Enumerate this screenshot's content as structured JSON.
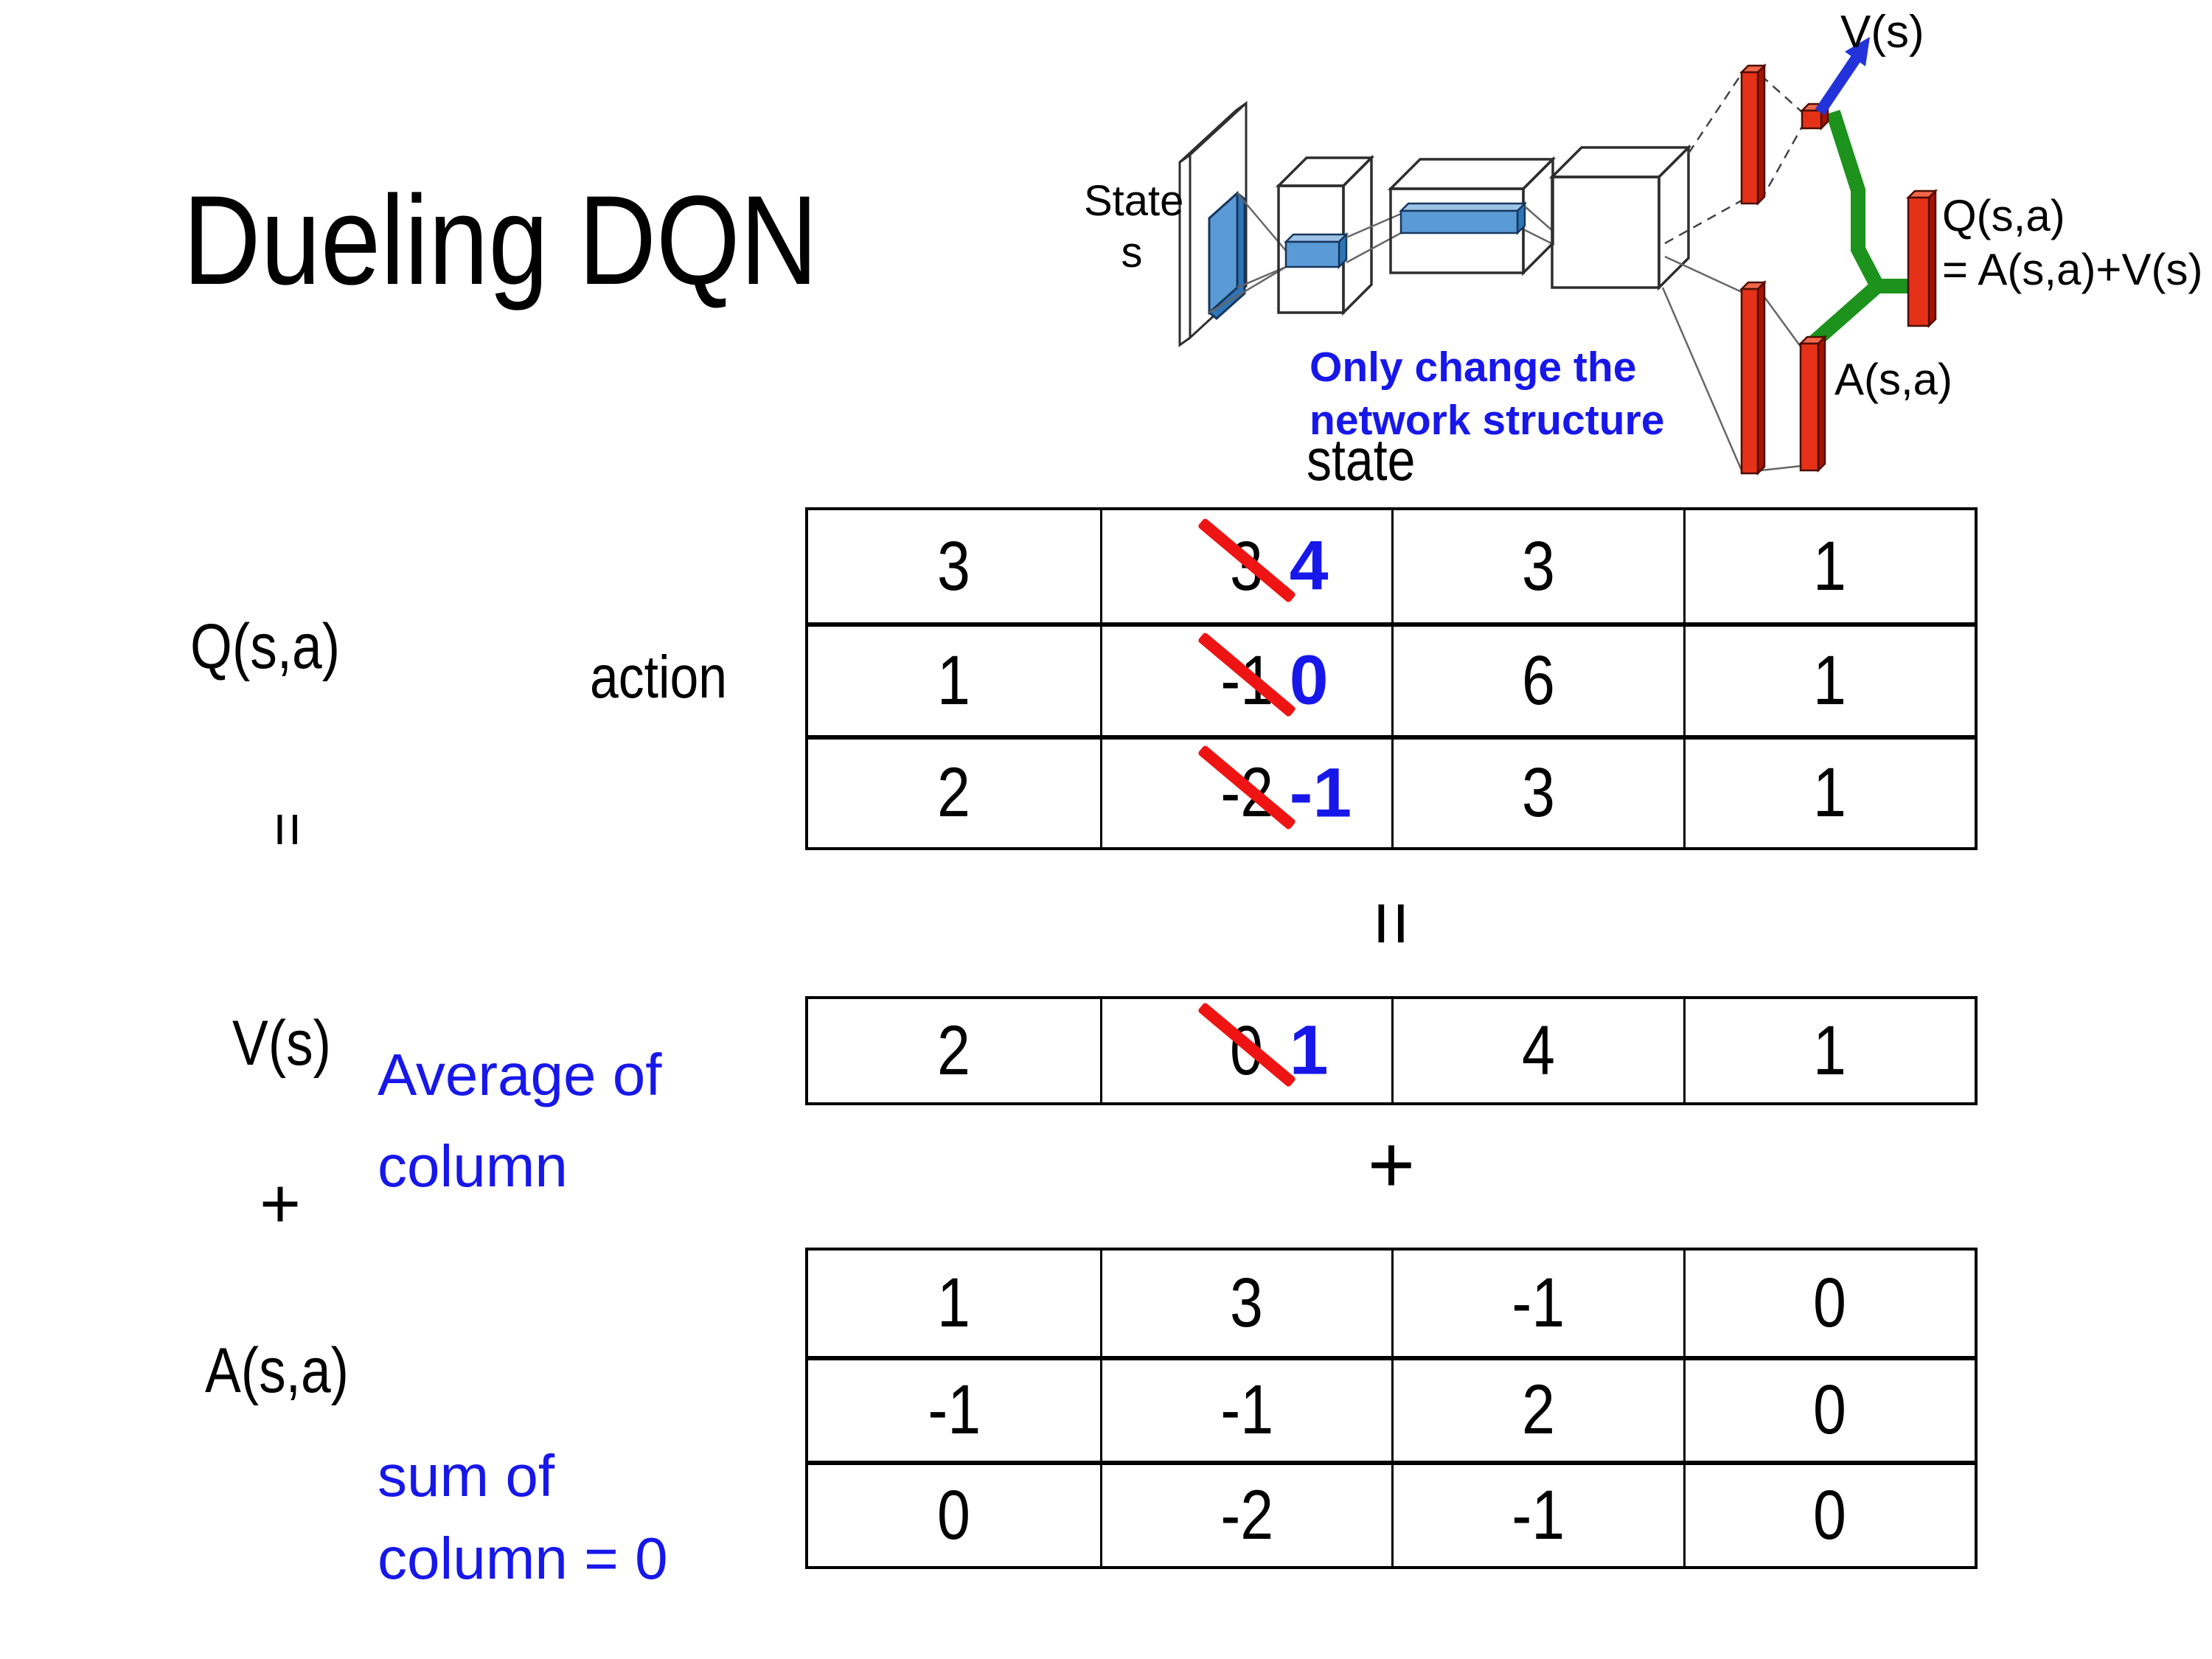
{
  "slide": {
    "title": "Dueling DQN"
  },
  "colors": {
    "text_black": "#000000",
    "annotation_blue": "#1717EA",
    "strike_red": "#EE1414",
    "bar_red": "#E63119",
    "diagram_green": "#1D921D",
    "arrow_blue": "#2433D9",
    "layer_blue": "#5B9BD5"
  },
  "diagram": {
    "state_label_line1": "State",
    "state_label_line2": "s",
    "v_output_label": "V(s)",
    "q_output_label_line1": "Q(s,a)",
    "q_output_label_line2": "= A(s,a)+V(s)",
    "a_output_label": "A(s,a)",
    "note_line1": "Only change the",
    "note_line2": "network structure"
  },
  "equation": {
    "q_label": "Q(s,a)",
    "equals_sign": "=",
    "plus_sign": "+",
    "v_label": "V(s)",
    "a_label": "A(s,a)",
    "action_axis_label": "action",
    "state_axis_label": "state",
    "average_note_line1": "Average of",
    "average_note_line2": "column",
    "sum_note_line1": "sum of",
    "sum_note_line2": "column = 0"
  },
  "tables": {
    "q": {
      "rows": [
        [
          {
            "v": "3"
          },
          {
            "v": "3",
            "new": "4"
          },
          {
            "v": "3"
          },
          {
            "v": "1"
          }
        ],
        [
          {
            "v": "1"
          },
          {
            "v": "-1",
            "new": "0"
          },
          {
            "v": "6"
          },
          {
            "v": "1"
          }
        ],
        [
          {
            "v": "2"
          },
          {
            "v": "-2",
            "new": "-1"
          },
          {
            "v": "3"
          },
          {
            "v": "1"
          }
        ]
      ]
    },
    "v": {
      "rows": [
        [
          {
            "v": "2"
          },
          {
            "v": "0",
            "new": "1"
          },
          {
            "v": "4"
          },
          {
            "v": "1"
          }
        ]
      ]
    },
    "a": {
      "rows": [
        [
          {
            "v": "1"
          },
          {
            "v": "3"
          },
          {
            "v": "-1"
          },
          {
            "v": "0"
          }
        ],
        [
          {
            "v": "-1"
          },
          {
            "v": "-1"
          },
          {
            "v": "2"
          },
          {
            "v": "0"
          }
        ],
        [
          {
            "v": "0"
          },
          {
            "v": "-2"
          },
          {
            "v": "-1"
          },
          {
            "v": "0"
          }
        ]
      ]
    }
  }
}
